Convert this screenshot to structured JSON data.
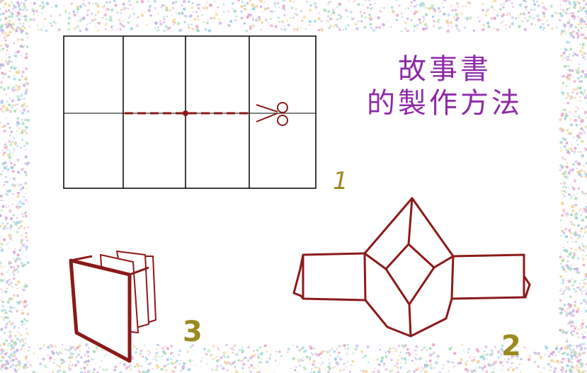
{
  "title": {
    "line1": "故事書",
    "line2": "的製作方法"
  },
  "steps": {
    "step1": "1",
    "step2": "2",
    "step3": "3"
  },
  "colors": {
    "title": "#8e2aa8",
    "step_number": "#9a8a20",
    "fold_line": "#8b1a1a",
    "grid_line": "#000000",
    "border_dots": [
      "#e7a8c8",
      "#9fd0e6",
      "#c8b0e8",
      "#f2d49a",
      "#a8dcb8"
    ]
  },
  "icons": {
    "scissors": "scissors-icon"
  }
}
